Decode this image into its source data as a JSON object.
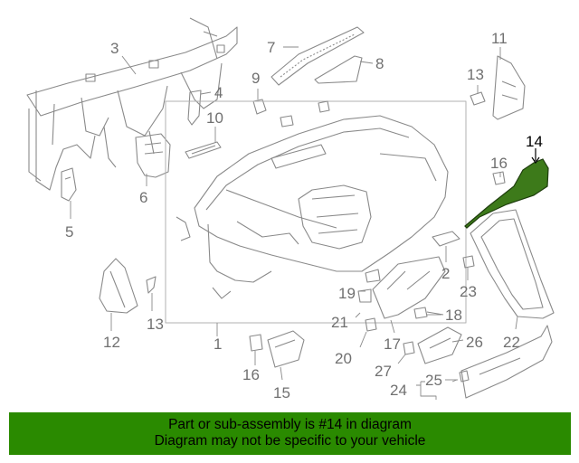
{
  "diagram": {
    "callouts": [
      "1",
      "2",
      "3",
      "4",
      "5",
      "6",
      "7",
      "8",
      "9",
      "10",
      "11",
      "12",
      "13",
      "13",
      "14",
      "15",
      "16",
      "16",
      "17",
      "18",
      "19",
      "20",
      "21",
      "22",
      "23",
      "24",
      "25",
      "26",
      "27"
    ],
    "highlight_part": "14",
    "highlight_color": "#3d7a1a"
  },
  "footer": {
    "line1": "Part or sub-assembly is #14 in diagram",
    "line2": "Diagram may not be specific to your vehicle",
    "background": "#2a8a00"
  }
}
